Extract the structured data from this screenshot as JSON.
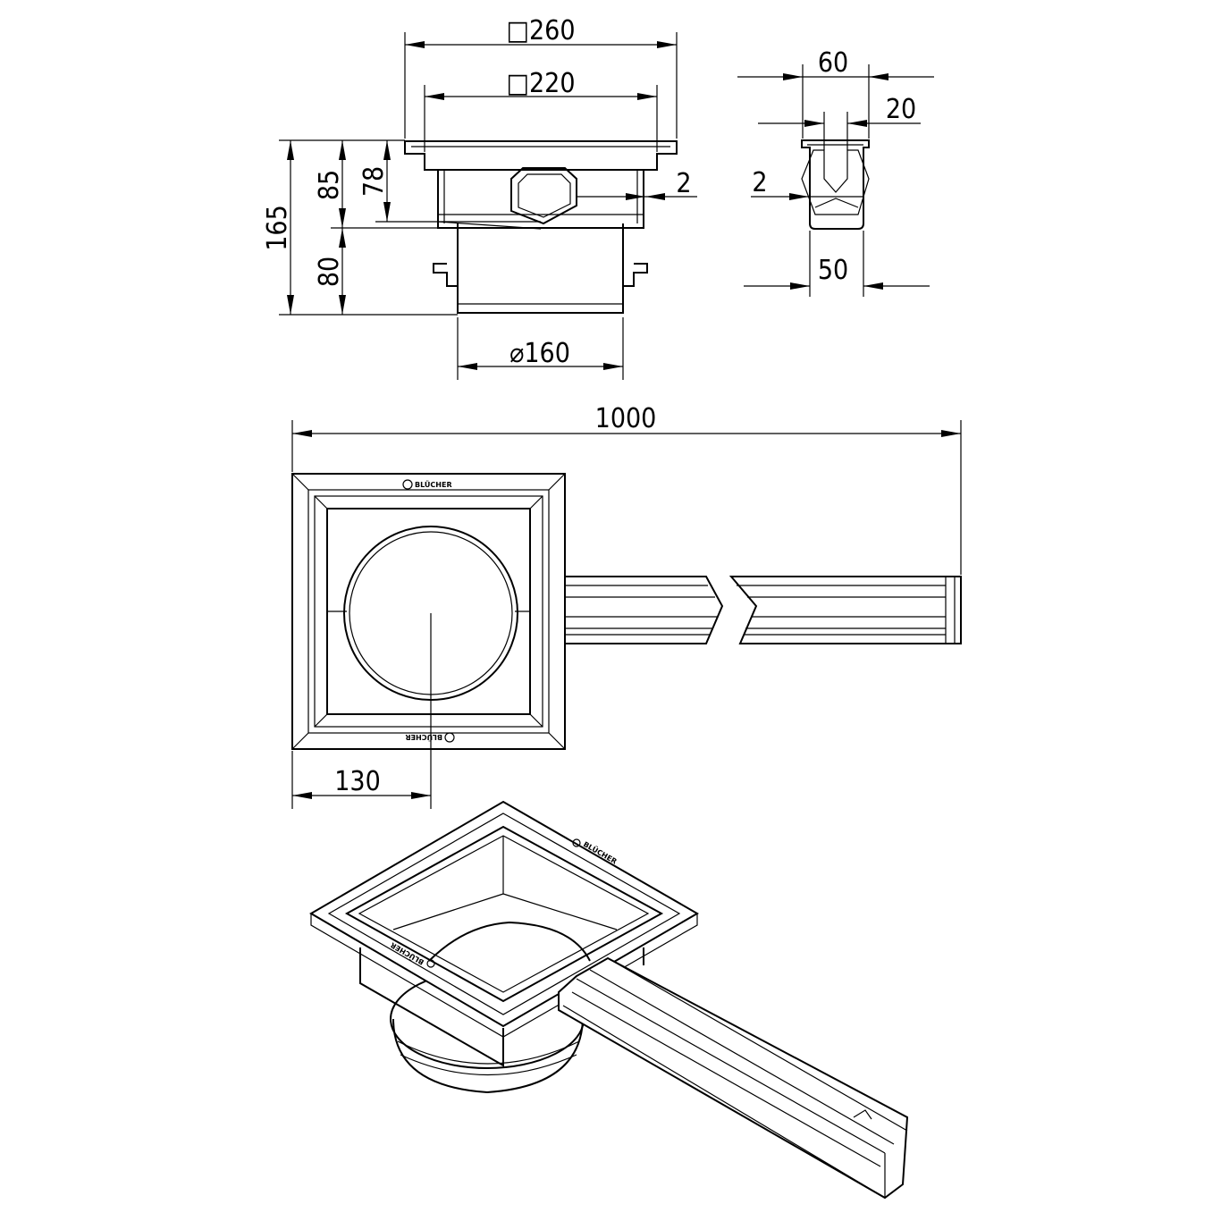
{
  "drawing": {
    "brand_logo": "BLÜCHER",
    "side_view": {
      "dim_outer_square": "□260",
      "dim_inner_square": "□220",
      "dim_total_height": "165",
      "dim_upper_height": "85",
      "dim_inlet_height": "78",
      "dim_lower_height": "80",
      "dim_slope": "2",
      "dim_pipe_diameter": "⌀160"
    },
    "channel_section": {
      "dim_width_top": "60",
      "dim_slot": "20",
      "dim_slope": "2",
      "dim_width_bottom": "50"
    },
    "plan_view": {
      "dim_total_length": "1000",
      "dim_center_offset": "130"
    }
  }
}
